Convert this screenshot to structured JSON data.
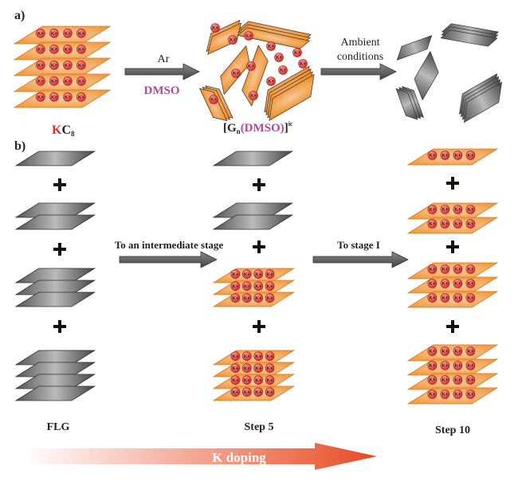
{
  "panel_a": {
    "label": "a)",
    "start_material": {
      "k": "K",
      "c": "C",
      "sub": "8"
    },
    "arrow1": {
      "top": "Ar",
      "bottom": "DMSO"
    },
    "intermediate": {
      "open": "[G",
      "sub": "n",
      "mid": "(DMSO)",
      "close": "]",
      "sup": "ic"
    },
    "arrow2": {
      "line1": "Ambient",
      "line2": "conditions"
    }
  },
  "panel_b": {
    "label": "b)",
    "arrow1": "To an intermediate stage",
    "arrow2": "To stage I",
    "columns": [
      "FLG",
      "Step 5",
      "Step 10"
    ],
    "ion_label": "K+"
  },
  "doping_arrow": "K doping",
  "colors": {
    "graphene": "#6e6e6e",
    "doped": "#f29a3a",
    "ion": "#e8302a",
    "accent_red": "#d9302a",
    "dmso": "#b0489a",
    "doping_arrow": "#e84a22"
  }
}
